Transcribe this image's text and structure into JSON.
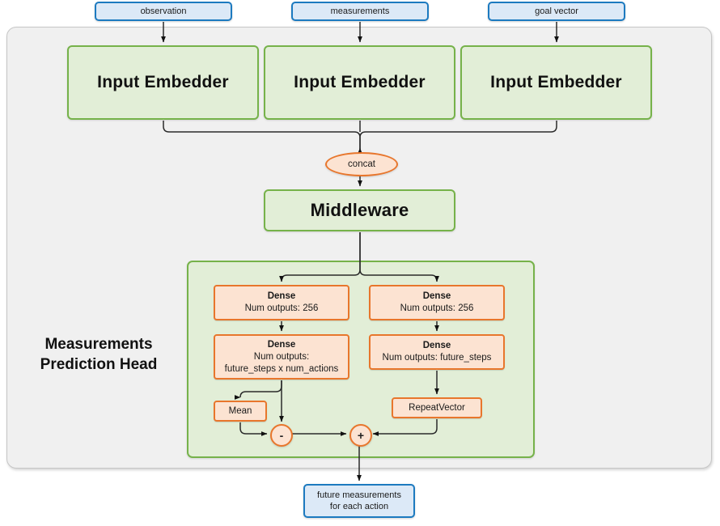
{
  "diagram": {
    "title_hidden": "",
    "colors": {
      "io_fill": "#dce9f7",
      "io_stroke": "#1c7ac0",
      "module_fill": "#e2eed7",
      "module_stroke": "#76b24a",
      "op_fill": "#fce3d2",
      "op_stroke": "#e8762c",
      "panel_fill": "#f0f0f0",
      "panel_stroke": "#c6c6c6",
      "edge_stroke": "#1a1a1a"
    },
    "inputs": [
      {
        "label": "observation"
      },
      {
        "label": "measurements"
      },
      {
        "label": "goal vector"
      }
    ],
    "embedders": [
      {
        "label": "Input Embedder"
      },
      {
        "label": "Input Embedder"
      },
      {
        "label": "Input Embedder"
      }
    ],
    "concat": {
      "label": "concat"
    },
    "middleware": {
      "label": "Middleware"
    },
    "head": {
      "title_line1": "Measurements",
      "title_line2": "Prediction Head",
      "left_branch": [
        {
          "title": "Dense",
          "sub1": "Num outputs: 256",
          "sub2": ""
        },
        {
          "title": "Dense",
          "sub1": "Num outputs:",
          "sub2": "future_steps x num_actions"
        }
      ],
      "right_branch": [
        {
          "title": "Dense",
          "sub1": "Num outputs: 256",
          "sub2": ""
        },
        {
          "title": "Dense",
          "sub1": "Num outputs: future_steps",
          "sub2": ""
        }
      ],
      "mean": {
        "label": "Mean"
      },
      "repeat_vector": {
        "label": "RepeatVector"
      },
      "subtract_op": {
        "label": "-"
      },
      "add_op": {
        "label": "+"
      }
    },
    "output": {
      "line1": "future measurements",
      "line2": "for each action"
    }
  }
}
